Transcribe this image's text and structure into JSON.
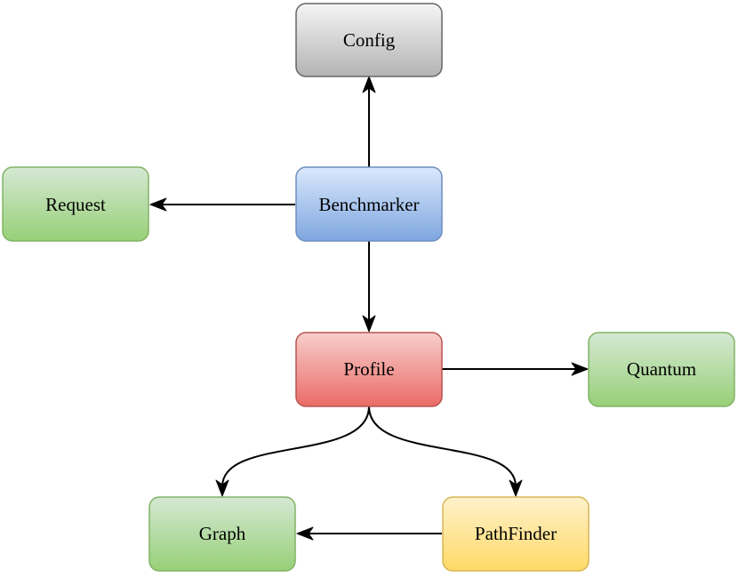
{
  "nodes": {
    "config": {
      "label": "Config",
      "fill_top": "#f5f5f5",
      "fill_bottom": "#b3b3b3",
      "stroke": "#666666"
    },
    "request": {
      "label": "Request",
      "fill_top": "#d5e8d4",
      "fill_bottom": "#97d077",
      "stroke": "#82b366"
    },
    "benchmarker": {
      "label": "Benchmarker",
      "fill_top": "#dae8fc",
      "fill_bottom": "#7ea6e0",
      "stroke": "#6c8ebf"
    },
    "profile": {
      "label": "Profile",
      "fill_top": "#f8cecc",
      "fill_bottom": "#ea6b66",
      "stroke": "#b85450"
    },
    "quantum": {
      "label": "Quantum",
      "fill_top": "#d5e8d4",
      "fill_bottom": "#97d077",
      "stroke": "#82b366"
    },
    "graph": {
      "label": "Graph",
      "fill_top": "#d5e8d4",
      "fill_bottom": "#97d077",
      "stroke": "#82b366"
    },
    "pathfinder": {
      "label": "PathFinder",
      "fill_top": "#fff2cc",
      "fill_bottom": "#ffd966",
      "stroke": "#d6b656"
    }
  },
  "edges": [
    {
      "from": "benchmarker",
      "to": "config"
    },
    {
      "from": "benchmarker",
      "to": "request"
    },
    {
      "from": "benchmarker",
      "to": "profile"
    },
    {
      "from": "profile",
      "to": "quantum"
    },
    {
      "from": "profile",
      "to": "graph"
    },
    {
      "from": "profile",
      "to": "pathfinder"
    },
    {
      "from": "pathfinder",
      "to": "graph"
    }
  ]
}
